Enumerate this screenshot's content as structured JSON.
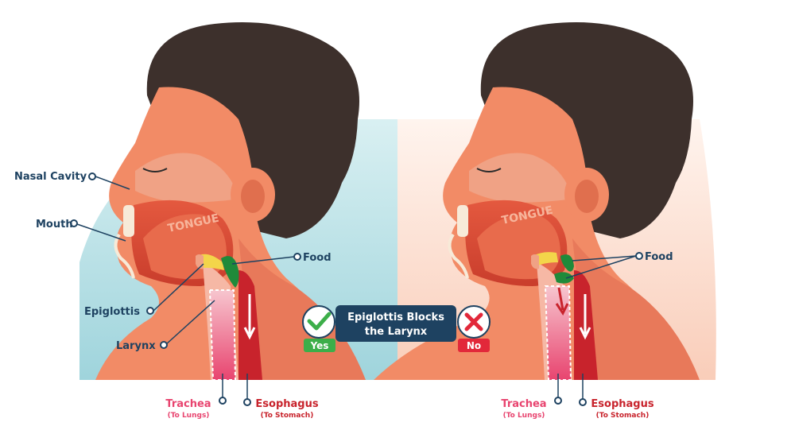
{
  "labels": {
    "nasal_cavity": "Nasal Cavity",
    "mouth": "Mouth",
    "epiglottis": "Epiglottis",
    "larynx": "Larynx",
    "food_left": "Food",
    "food_right": "Food",
    "tongue_left": "TONGUE",
    "tongue_right": "TONGUE",
    "trachea_left": "Trachea",
    "trachea_left_sub": "(To Lungs)",
    "esophagus_left": "Esophagus",
    "esophagus_left_sub": "(To Stomach)",
    "trachea_right": "Trachea",
    "trachea_right_sub": "(To Lungs)",
    "esophagus_right": "Esophagus",
    "esophagus_right_sub": "(To Stomach)"
  },
  "center_banner": {
    "title_line1": "Epiglottis Blocks",
    "title_line2": "the Larynx",
    "yes_label": "Yes",
    "no_label": "No"
  },
  "colors": {
    "navy": "#1e4261",
    "skin": "#f28b66",
    "skin_dark": "#e06f4e",
    "hair": "#3d302c",
    "bg_left": "#bfe5ea",
    "bg_right": "#fbe0d4",
    "yes_green": "#3cae49",
    "no_red": "#e2283a",
    "trachea_pink": "#e8446f",
    "esophagus_red": "#c8232c",
    "food_green": "#1f8a3a"
  }
}
